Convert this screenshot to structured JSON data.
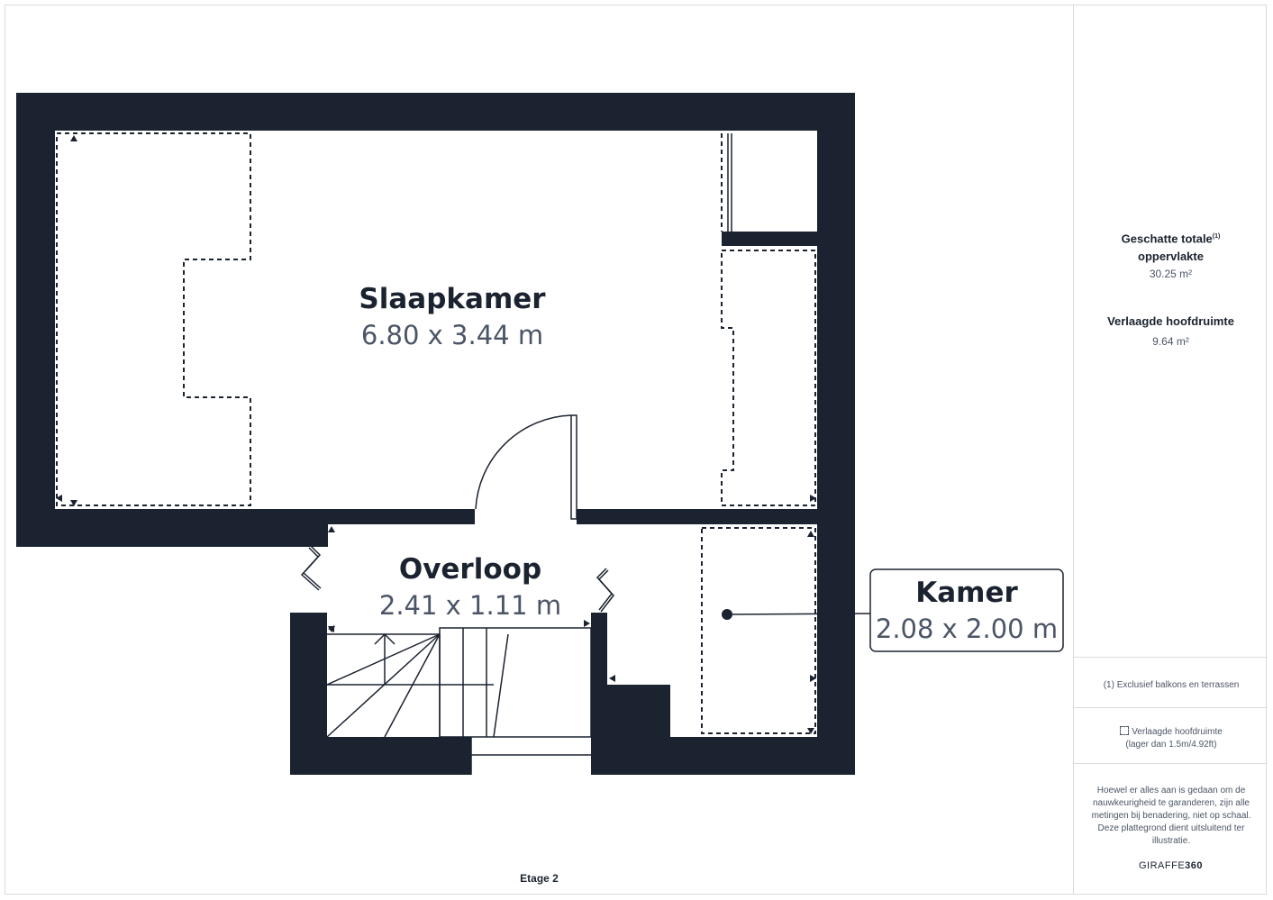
{
  "rooms": {
    "slaapkamer": {
      "name": "Slaapkamer",
      "dims": "6.80 x 3.44 m"
    },
    "overloop": {
      "name": "Overloop",
      "dims": "2.41 x 1.11 m"
    },
    "kamer": {
      "name": "Kamer",
      "dims": "2.08 x 2.00 m"
    }
  },
  "sidebar": {
    "total_title_line1": "Geschatte totale",
    "total_sup": "(1)",
    "total_title_line2": "oppervlakte",
    "total_value": "30.25 m²",
    "reduced_title": "Verlaagde hoofdruimte",
    "reduced_value": "9.64 m²",
    "footnote": "(1) Exclusief balkons en terrassen",
    "legend_line1": "Verlaagde hoofdruimte",
    "legend_line2": "(lager dan 1.5m/4.92ft)",
    "disclaimer": "Hoewel er alles aan is gedaan om de nauwkeurigheid te garanderen, zijn alle metingen bij benadering, niet op schaal. Deze plattegrond dient uitsluitend ter illustratie.",
    "brand_a": "GIRAFFE",
    "brand_b": "360"
  },
  "floor_label": "Etage 2",
  "colors": {
    "wall": "#1b2330",
    "text": "#1b2330",
    "muted": "#4b5566",
    "border": "#d8dbe0"
  }
}
